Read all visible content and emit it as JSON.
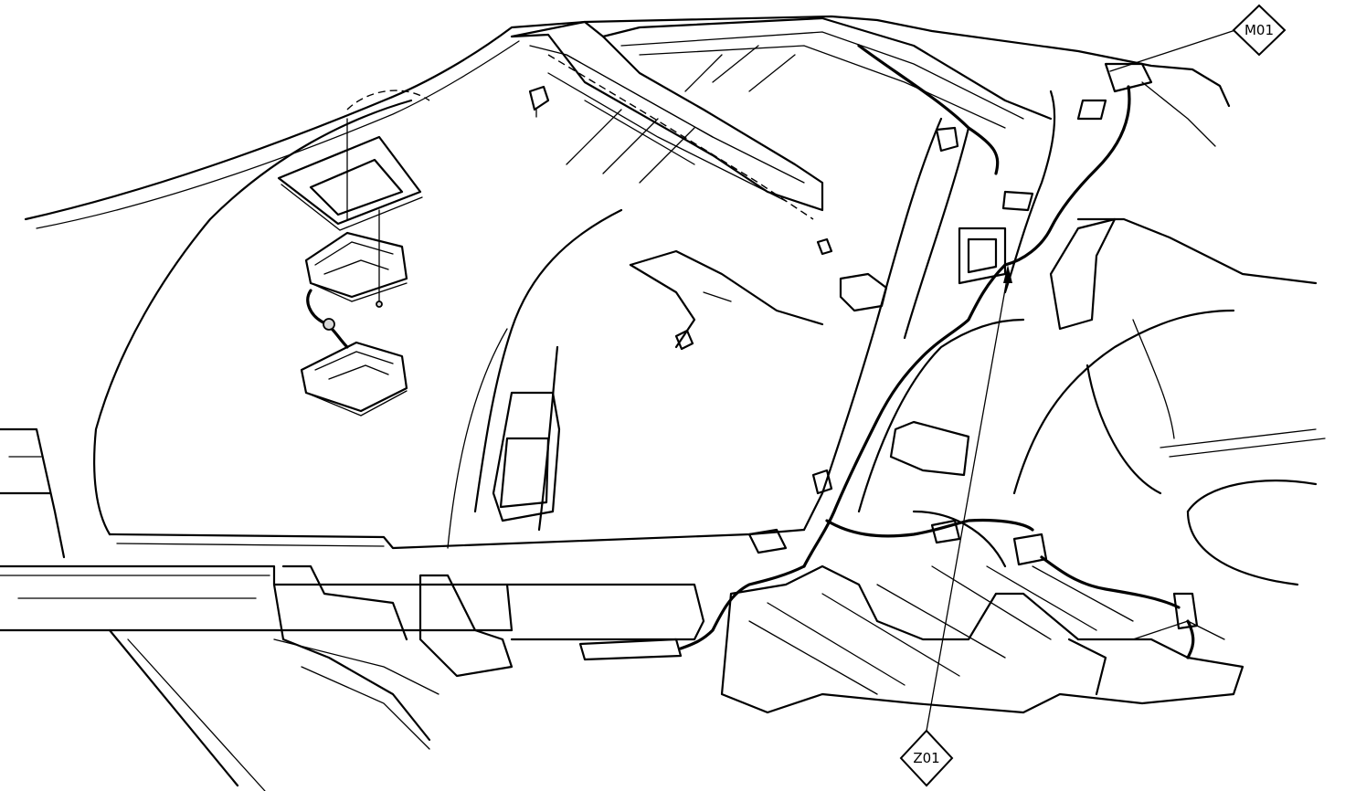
{
  "callouts": [
    {
      "id": "m01",
      "label": "M01"
    },
    {
      "id": "z01",
      "label": "Z01"
    }
  ]
}
